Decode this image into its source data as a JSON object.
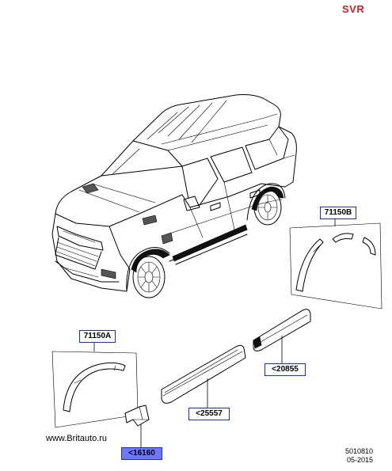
{
  "header": {
    "variant_label": "SVR"
  },
  "callouts": {
    "wheel_arch_rear_set": "71150B",
    "wheel_arch_front_set": "71150A",
    "rear_door_moulding": "<20855",
    "front_door_moulding": "<25557",
    "lower_bracket": "<16160"
  },
  "footer": {
    "website": "www.Britauto.ru",
    "diagram_number": "5010810",
    "diagram_date": "05-2015"
  },
  "colors": {
    "variant_label": "#d0202a",
    "callout_border": "#1a2cc8",
    "callout_highlight": "#6e77ff"
  }
}
